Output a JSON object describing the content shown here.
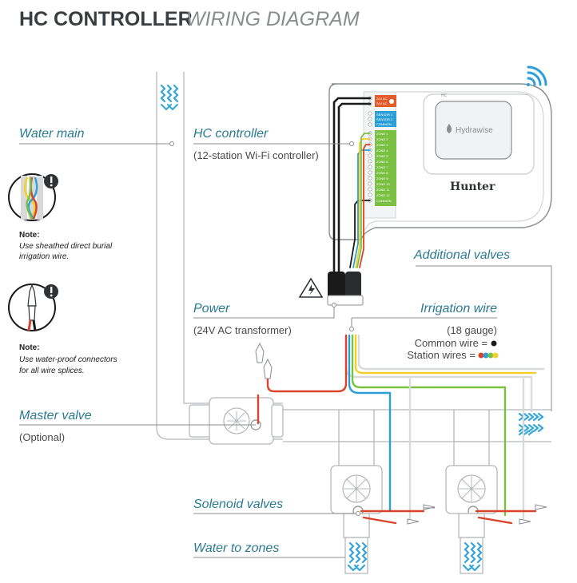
{
  "header": {
    "title": "HC CONTROLLER",
    "subtitle": "WIRING DIAGRAM"
  },
  "labels": {
    "water_main": "Water main",
    "hc_controller": "HC controller",
    "hc_controller_sub": "(12-station Wi-Fi controller)",
    "power": "Power",
    "power_sub": "(24V AC transformer)",
    "additional_valves": "Additional valves",
    "irrigation_wire": "Irrigation wire",
    "irrigation_gauge": "(18 gauge)",
    "common_wire": "Common wire =",
    "station_wires": "Station wires =",
    "master_valve": "Master valve",
    "master_valve_sub": "(Optional)",
    "solenoid_valves": "Solenoid valves",
    "water_to_zones": "Water to zones"
  },
  "notes": [
    {
      "heading": "Note:",
      "lines": [
        "Use sheathed direct burial",
        "irrigation wire."
      ]
    },
    {
      "heading": "Note:",
      "lines": [
        "Use water-proof connectors",
        "for all wire splices."
      ]
    }
  ],
  "controller": {
    "brand": "Hunter",
    "app_name": "Hydrawise",
    "model_tag": "HC",
    "power_terminals": [
      "24V AC",
      "24V AC"
    ],
    "sensor_terminals": [
      "SENSOR 1",
      "SENSOR 2",
      "COMMON"
    ],
    "zone_terminals": [
      "ZONE 1",
      "ZONE 2",
      "ZONE 3",
      "ZONE 4",
      "ZONE 5",
      "ZONE 6",
      "ZONE 7",
      "ZONE 8",
      "ZONE 9",
      "ZONE 10",
      "ZONE 11",
      "ZONE 12",
      "COMMON"
    ]
  },
  "colors": {
    "label_teal": "#2a7a92",
    "wire_red": "#d9432b",
    "wire_blue": "#2b9fd8",
    "wire_green": "#6fb52c",
    "wire_yellow": "#f2cf2a",
    "wire_black": "#1a1a1a",
    "water_blue": "#35a6d9",
    "terminal_red": "#e35a2b",
    "terminal_blue": "#2b9fd8",
    "terminal_green": "#7ac143"
  }
}
